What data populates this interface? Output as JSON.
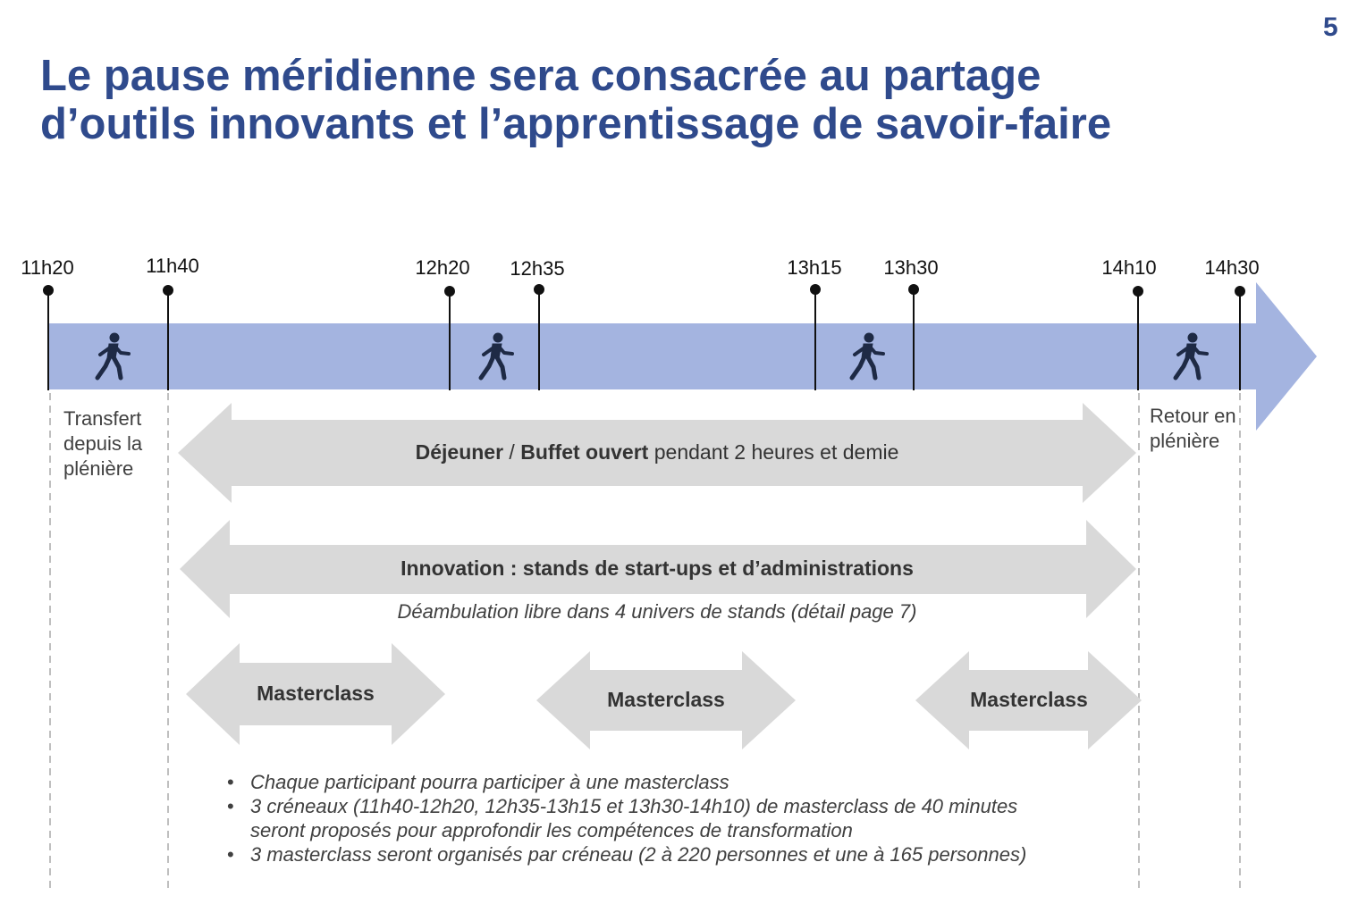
{
  "page_number": "5",
  "title": {
    "line1": "Le pause méridienne sera consacrée au partage",
    "line2": "d’outils innovants et l’apprentissage de savoir-faire"
  },
  "timeline": {
    "colors": {
      "band": "#a4b4e0",
      "marker": "#111111",
      "walker": "#1e2a45",
      "arrow": "#d9d9d9",
      "dashed": "#bfbfbf"
    },
    "times": [
      "11h20",
      "11h40",
      "12h20",
      "12h35",
      "13h15",
      "13h30",
      "14h10",
      "14h30"
    ],
    "walker_icons": [
      "walking-person-icon",
      "walking-person-icon",
      "walking-person-icon",
      "walking-person-icon"
    ]
  },
  "notes": {
    "transfer": "Transfert depuis la plénière",
    "return": "Retour en plénière"
  },
  "lunch": {
    "bold1": "Déjeuner",
    "sep": " / ",
    "bold2": "Buffet ouvert",
    "rest": " pendant 2 heures et demie"
  },
  "innovation": {
    "label": "Innovation : stands de start-ups et d’administrations",
    "sub": "Déambulation libre dans 4 univers de stands (détail page 7)"
  },
  "masterclasses": [
    "Masterclass",
    "Masterclass",
    "Masterclass"
  ],
  "bullets": [
    "Chaque participant pourra participer à une masterclass",
    "3 créneaux (11h40-12h20, 12h35-13h15 et 13h30-14h10) de masterclass de 40 minutes seront proposés pour approfondir les compétences de transformation",
    "3 masterclass seront organisés par créneau (2 à 220 personnes et une à 165 personnes)"
  ]
}
